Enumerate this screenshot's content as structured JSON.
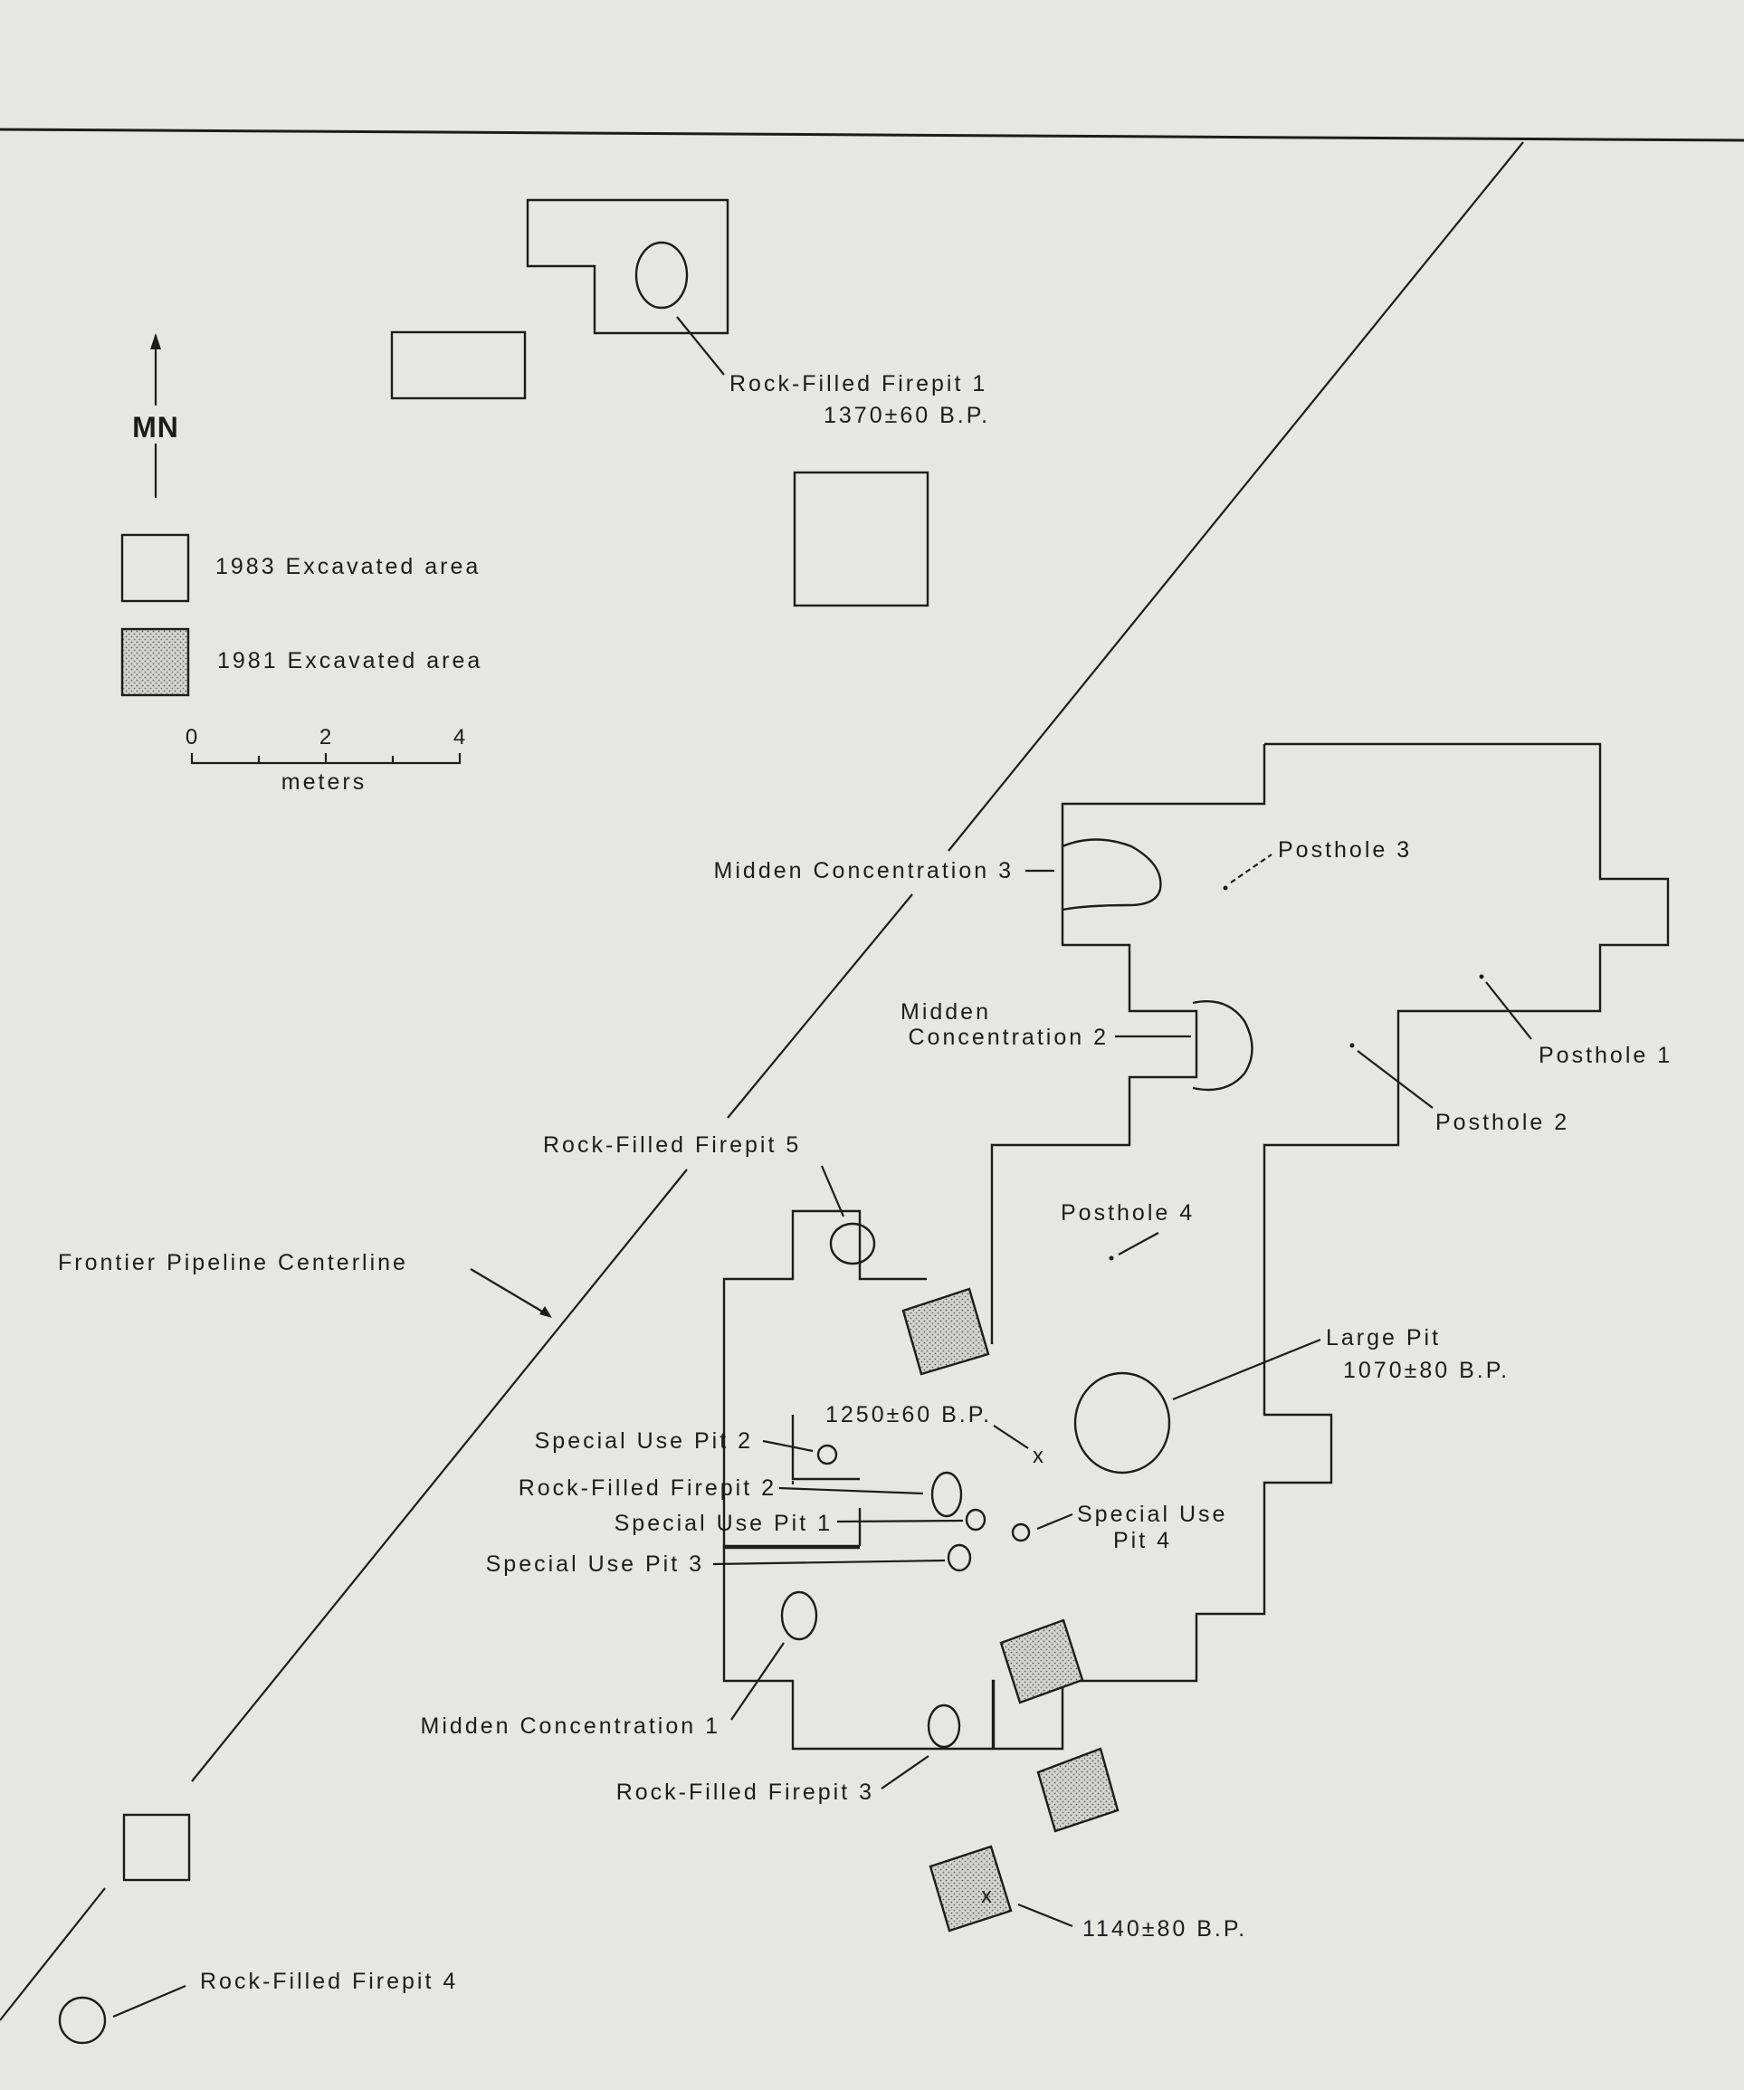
{
  "map": {
    "north_arrow_label": "MN",
    "legend": {
      "items": [
        {
          "label": "1983 Excavated area",
          "fill": "none"
        },
        {
          "label": "1981 Excavated area",
          "fill": "stippled"
        }
      ]
    },
    "scale": {
      "ticks": [
        "0",
        "2",
        "4"
      ],
      "unit": "meters"
    },
    "pipeline_label": "Frontier Pipeline Centerline",
    "features": {
      "firepit1": "Rock-Filled Firepit 1",
      "firepit1_date": "1370±60 B.P.",
      "midden3": "Midden Concentration 3",
      "posthole3": "Posthole 3",
      "midden2_line1": "Midden",
      "midden2_line2": "Concentration 2",
      "posthole1": "Posthole 1",
      "posthole2": "Posthole 2",
      "firepit5": "Rock-Filled Firepit 5",
      "posthole4": "Posthole 4",
      "large_pit": "Large Pit",
      "large_pit_date": "1070±80 B.P.",
      "date_1250": "1250±60 B.P.",
      "special_use_pit2": "Special Use Pit 2",
      "firepit2": "Rock-Filled Firepit 2",
      "special_use_pit1": "Special Use Pit 1",
      "special_use_pit4_line1": "Special Use",
      "special_use_pit4_line2": "Pit 4",
      "special_use_pit3": "Special Use Pit 3",
      "midden1": "Midden Concentration 1",
      "firepit3": "Rock-Filled Firepit 3",
      "date_1140": "1140±80 B.P.",
      "firepit4": "Rock-Filled Firepit 4"
    }
  }
}
